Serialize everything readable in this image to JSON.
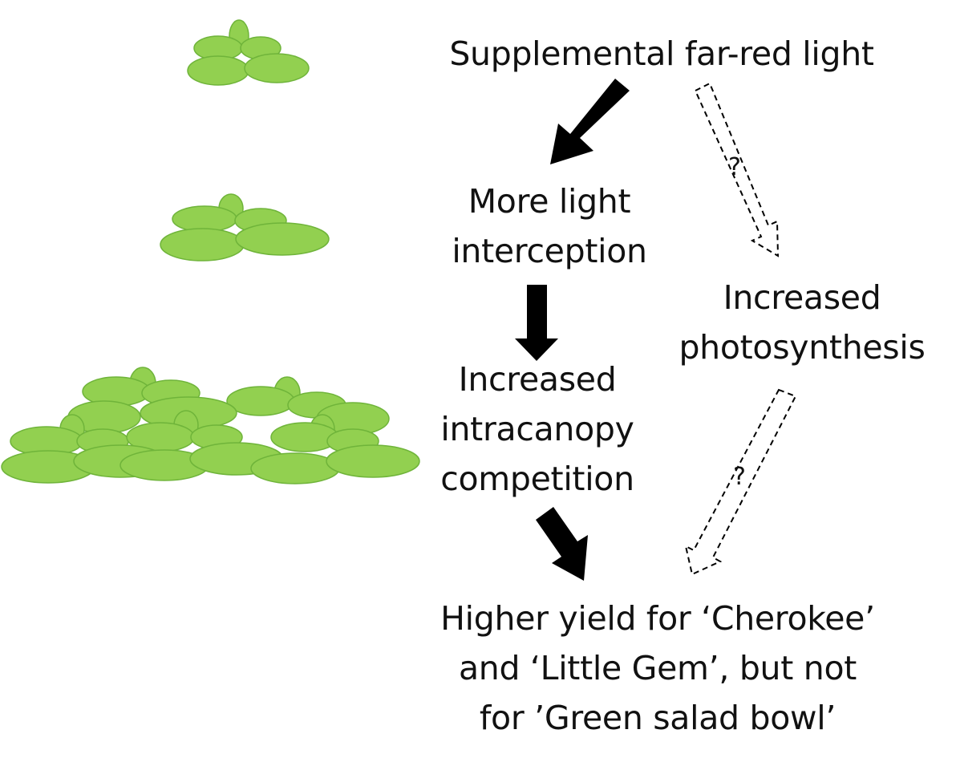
{
  "nodes": {
    "far_red": [
      "Supplemental far-red light"
    ],
    "light_interception": [
      "More light",
      "interception"
    ],
    "photosynthesis": [
      "Increased",
      "photosynthesis"
    ],
    "competition": [
      "Increased",
      "intracanopy",
      "competition"
    ],
    "yield": [
      "Higher yield for ‘Cherokee’",
      "and ‘Little Gem’, but not",
      "for ’Green salad bowl’"
    ]
  },
  "uncertain_marks": {
    "upper": "?",
    "lower": "?"
  },
  "colors": {
    "leaf_fill": "#92d050",
    "leaf_stroke": "#6fb43a",
    "arrow": "#000000",
    "text": "#111111"
  },
  "icons": {
    "plants": [
      "small-lettuce-icon",
      "medium-lettuce-icon",
      "lettuce-canopy-icon"
    ],
    "arrows": [
      "solid-arrow",
      "dashed-arrow"
    ]
  }
}
